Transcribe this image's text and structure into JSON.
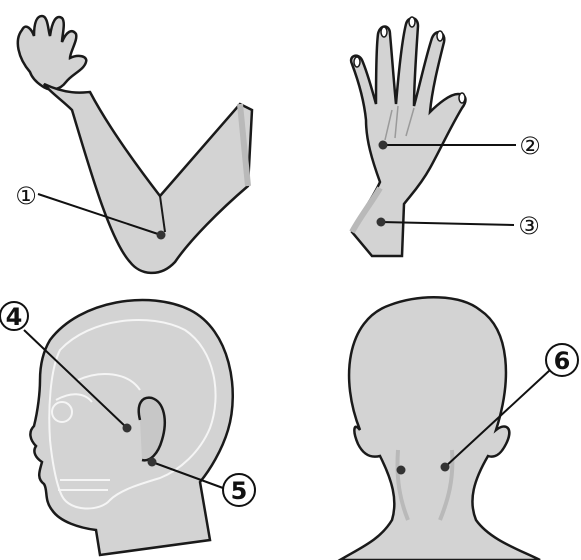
{
  "colors": {
    "skin": "#d3d3d3",
    "skin_shade": "#b9b9b9",
    "outline": "#1a1a1a",
    "background": "#ffffff",
    "point": "#333333"
  },
  "figures": [
    {
      "id": "arm",
      "description_icon": "arm-elbow-icon"
    },
    {
      "id": "hand",
      "description_icon": "hand-wrist-icon"
    },
    {
      "id": "head-side",
      "description_icon": "head-side-skull-icon"
    },
    {
      "id": "head-back",
      "description_icon": "head-back-neck-icon"
    }
  ],
  "markers": [
    {
      "number": "1",
      "label": "①"
    },
    {
      "number": "2",
      "label": "②"
    },
    {
      "number": "3",
      "label": "③"
    },
    {
      "number": "4",
      "label": "4"
    },
    {
      "number": "5",
      "label": "5"
    },
    {
      "number": "6",
      "label": "6"
    }
  ]
}
